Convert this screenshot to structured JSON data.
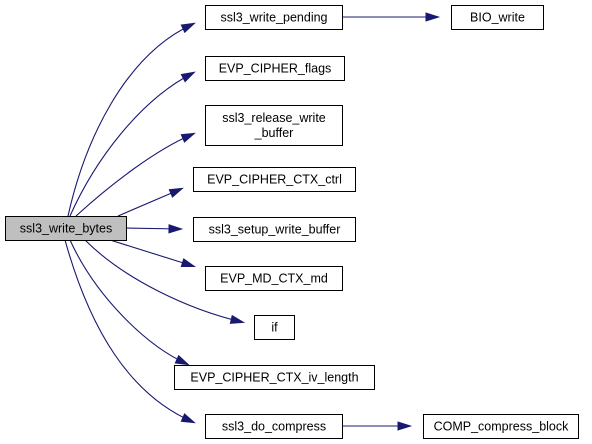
{
  "diagram": {
    "nodes": [
      {
        "id": "ssl3_write_bytes",
        "lines": [
          "ssl3_write_bytes"
        ],
        "root": true
      },
      {
        "id": "ssl3_write_pending",
        "lines": [
          "ssl3_write_pending"
        ]
      },
      {
        "id": "BIO_write",
        "lines": [
          "BIO_write"
        ]
      },
      {
        "id": "EVP_CIPHER_flags",
        "lines": [
          "EVP_CIPHER_flags"
        ]
      },
      {
        "id": "ssl3_release_write_buffer",
        "lines": [
          "ssl3_release_write",
          "_buffer"
        ]
      },
      {
        "id": "EVP_CIPHER_CTX_ctrl",
        "lines": [
          "EVP_CIPHER_CTX_ctrl"
        ]
      },
      {
        "id": "ssl3_setup_write_buffer",
        "lines": [
          "ssl3_setup_write_buffer"
        ]
      },
      {
        "id": "EVP_MD_CTX_md",
        "lines": [
          "EVP_MD_CTX_md"
        ]
      },
      {
        "id": "if",
        "lines": [
          "if"
        ]
      },
      {
        "id": "EVP_CIPHER_CTX_iv_length",
        "lines": [
          "EVP_CIPHER_CTX_iv_length"
        ]
      },
      {
        "id": "ssl3_do_compress",
        "lines": [
          "ssl3_do_compress"
        ]
      },
      {
        "id": "COMP_compress_block",
        "lines": [
          "COMP_compress_block"
        ]
      }
    ],
    "edges": [
      {
        "from": "ssl3_write_bytes",
        "to": "ssl3_write_pending"
      },
      {
        "from": "ssl3_write_pending",
        "to": "BIO_write"
      },
      {
        "from": "ssl3_write_bytes",
        "to": "EVP_CIPHER_flags"
      },
      {
        "from": "ssl3_write_bytes",
        "to": "ssl3_release_write_buffer"
      },
      {
        "from": "ssl3_write_bytes",
        "to": "EVP_CIPHER_CTX_ctrl"
      },
      {
        "from": "ssl3_write_bytes",
        "to": "ssl3_setup_write_buffer"
      },
      {
        "from": "ssl3_write_bytes",
        "to": "EVP_MD_CTX_md"
      },
      {
        "from": "ssl3_write_bytes",
        "to": "if"
      },
      {
        "from": "ssl3_write_bytes",
        "to": "EVP_CIPHER_CTX_iv_length"
      },
      {
        "from": "ssl3_write_bytes",
        "to": "ssl3_do_compress"
      },
      {
        "from": "ssl3_do_compress",
        "to": "COMP_compress_block"
      }
    ],
    "colors": {
      "edge": "#191970",
      "root_fill": "#bfbfbf",
      "node_fill": "#ffffff",
      "node_stroke": "#000000"
    }
  }
}
